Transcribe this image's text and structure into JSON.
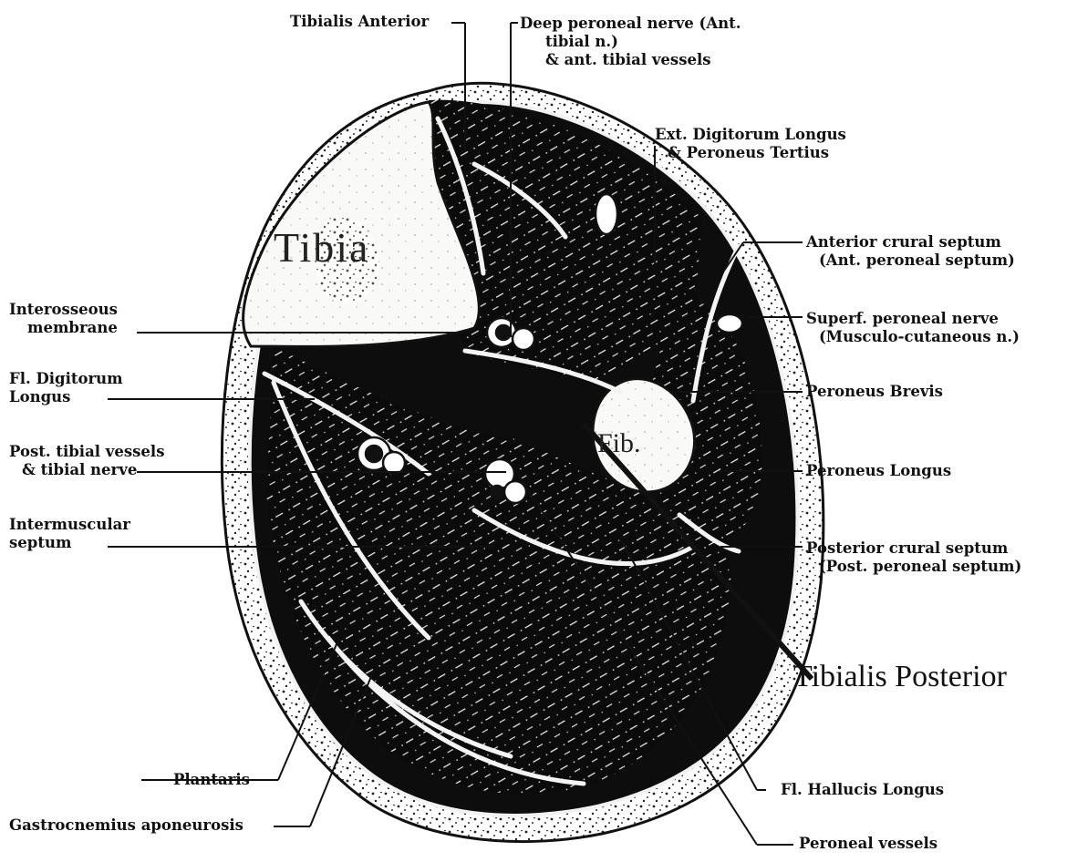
{
  "diagram": {
    "bones": {
      "tibia": "Tibia",
      "fibula": "Fib."
    },
    "labels": {
      "tibialis_anterior": "Tibialis Anterior",
      "deep_peroneal": [
        "Deep peroneal nerve (Ant.",
        "tibial n.)",
        "& ant. tibial vessels"
      ],
      "ext_digitorum": [
        "Ext. Digitorum Longus",
        "& Peroneus Tertius"
      ],
      "anterior_crural": [
        "Anterior crural septum",
        "(Ant. peroneal septum)"
      ],
      "interosseous": [
        "Interosseous",
        "membrane"
      ],
      "superf_peroneal": [
        "Superf. peroneal nerve",
        "(Musculo-cutaneous n.)"
      ],
      "fl_digitorum": [
        "Fl. Digitorum",
        "Longus"
      ],
      "peroneus_brevis": "Peroneus Brevis",
      "post_tibial": [
        "Post. tibial vessels",
        "& tibial nerve"
      ],
      "peroneus_longus": "Peroneus Longus",
      "intermuscular": [
        "Intermuscular",
        "septum"
      ],
      "posterior_crural": [
        "Posterior crural septum",
        "(Post. peroneal septum)"
      ],
      "tibialis_posterior": "Tibialis Posterior",
      "plantaris": "Plantaris",
      "fl_hallucis": "Fl. Hallucis Longus",
      "gastrocnemius": "Gastrocnemius aponeurosis",
      "peroneal_vessels": "Peroneal vessels"
    },
    "colors": {
      "ink": "#111111",
      "paper": "#ffffff",
      "bone": "#f7f7f5"
    }
  }
}
